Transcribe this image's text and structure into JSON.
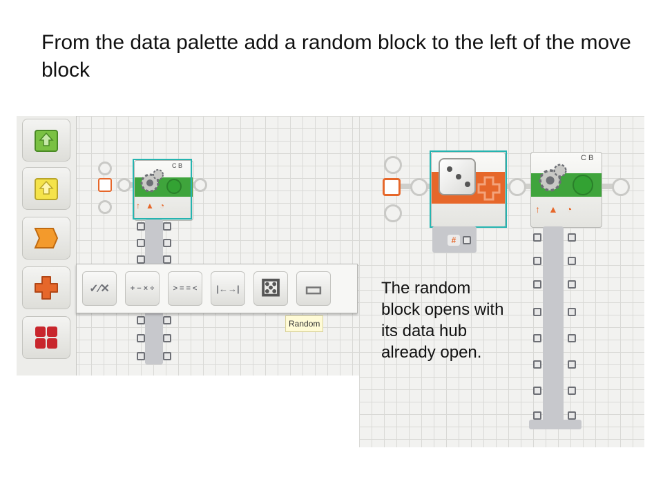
{
  "slide": {
    "title": "From the data palette add a random block to the left of the move block",
    "note": "The random block opens with its data hub already open."
  },
  "move_block": {
    "ports_label": "C B",
    "plug_icon_name": "plug-icon",
    "gear_icon_name": "gears-icon"
  },
  "sidebar": {
    "items": [
      {
        "name": "common-palette",
        "color": "#7ac143"
      },
      {
        "name": "action-palette",
        "color": "#f5e34a"
      },
      {
        "name": "sensor-palette",
        "color": "#f39a2c"
      },
      {
        "name": "data-palette",
        "color": "#e6672a"
      },
      {
        "name": "advanced-palette",
        "color": "#c8262c"
      }
    ]
  },
  "palette": {
    "tooltip": "Random",
    "items": [
      {
        "name": "logic-block-button",
        "glyph": "✓⁄✕"
      },
      {
        "name": "math-block-button",
        "glyph": "+ − × ÷"
      },
      {
        "name": "compare-block-button",
        "glyph": "> = = <"
      },
      {
        "name": "range-block-button",
        "glyph": "|←→|"
      },
      {
        "name": "random-block-button",
        "glyph": "⚄"
      },
      {
        "name": "variable-block-button",
        "glyph": "▭"
      }
    ]
  },
  "random_block": {
    "hub_glyph": "#"
  },
  "colors": {
    "green": "#3fa43c",
    "orange": "#e6672a",
    "selection": "#25b4b0",
    "hub": "#c7c8cc"
  }
}
